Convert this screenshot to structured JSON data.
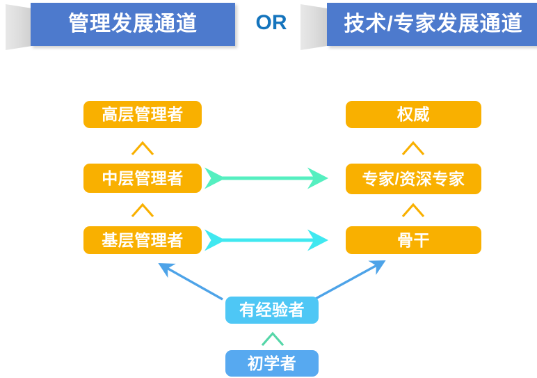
{
  "header": {
    "left_banner": {
      "label": "管理发展通道",
      "color": "#4d7acd"
    },
    "separator": {
      "label": "OR",
      "color": "#1474bd"
    },
    "right_banner": {
      "label": "技术/专家发展通道",
      "color": "#4d7acd"
    }
  },
  "colors": {
    "management_node": "#f9b000",
    "expert_node": "#f9b000",
    "experienced_node": "#4ec7f5",
    "beginner_node": "#57a9f0",
    "banner_blue": "#4d7acd",
    "banner_fold_gray": "#dcdcdc",
    "or_blue": "#1474bd",
    "link_arrow_upper": "#55efc0",
    "link_arrow_lower": "#40e8f0",
    "promote_arrow_blue": "#4da3e8",
    "chevron_orange": "#f9b000",
    "chevron_green": "#55d6a8"
  },
  "columns": {
    "management": {
      "title": "管理发展通道",
      "levels": [
        {
          "label": "高层管理者",
          "rank": 3
        },
        {
          "label": "中层管理者",
          "rank": 2
        },
        {
          "label": "基层管理者",
          "rank": 1
        }
      ]
    },
    "expert": {
      "title": "技术/专家发展通道",
      "levels": [
        {
          "label": "权威",
          "rank": 3
        },
        {
          "label": "专家/资深专家",
          "rank": 2
        },
        {
          "label": "骨干",
          "rank": 1
        }
      ]
    }
  },
  "entry": {
    "levels": [
      {
        "label": "有经验者",
        "rank": 2
      },
      {
        "label": "初学者",
        "rank": 1
      }
    ]
  },
  "connectors": {
    "lateral": [
      {
        "from": "中层管理者",
        "to": "专家/资深专家",
        "style": "double-arrow"
      },
      {
        "from": "基层管理者",
        "to": "骨干",
        "style": "double-arrow"
      }
    ],
    "promotion": [
      {
        "from": "有经验者",
        "to": "基层管理者",
        "style": "single-arrow"
      },
      {
        "from": "有经验者",
        "to": "骨干",
        "style": "single-arrow"
      }
    ],
    "step_up": [
      {
        "from": "中层管理者",
        "to": "高层管理者",
        "style": "chevron"
      },
      {
        "from": "基层管理者",
        "to": "中层管理者",
        "style": "chevron"
      },
      {
        "from": "专家/资深专家",
        "to": "权威",
        "style": "chevron"
      },
      {
        "from": "骨干",
        "to": "专家/资深专家",
        "style": "chevron"
      },
      {
        "from": "初学者",
        "to": "有经验者",
        "style": "chevron"
      }
    ]
  }
}
